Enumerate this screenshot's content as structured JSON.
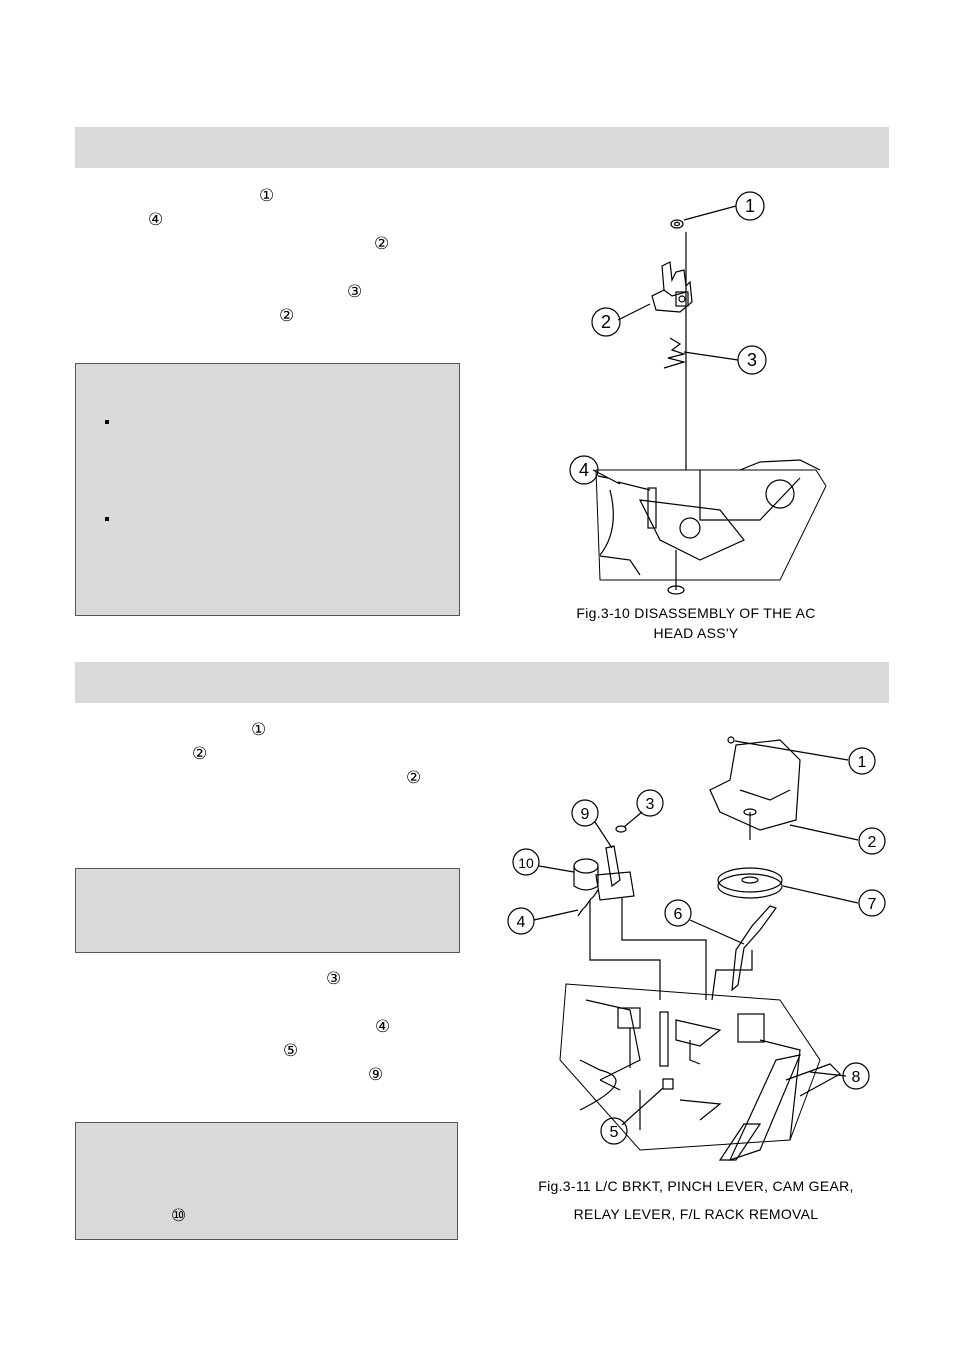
{
  "section1": {
    "markers": [
      "①",
      "④",
      "②",
      "③",
      "②"
    ],
    "caption_line1": "Fig.3-10 DISASSEMBLY OF THE AC",
    "caption_line2": "HEAD ASS'Y",
    "callouts": [
      "1",
      "2",
      "3",
      "4"
    ]
  },
  "section2": {
    "markers_top": [
      "①",
      "②",
      "②"
    ],
    "markers_mid": [
      "③",
      "④",
      "⑤",
      "⑨"
    ],
    "marker_note": "⑩",
    "caption_line1": "Fig.3-11 L/C BRKT, PINCH LEVER, CAM GEAR,",
    "caption_line2": "RELAY LEVER, F/L RACK REMOVAL",
    "callouts": [
      "1",
      "2",
      "3",
      "4",
      "5",
      "6",
      "7",
      "8",
      "9",
      "10"
    ]
  }
}
